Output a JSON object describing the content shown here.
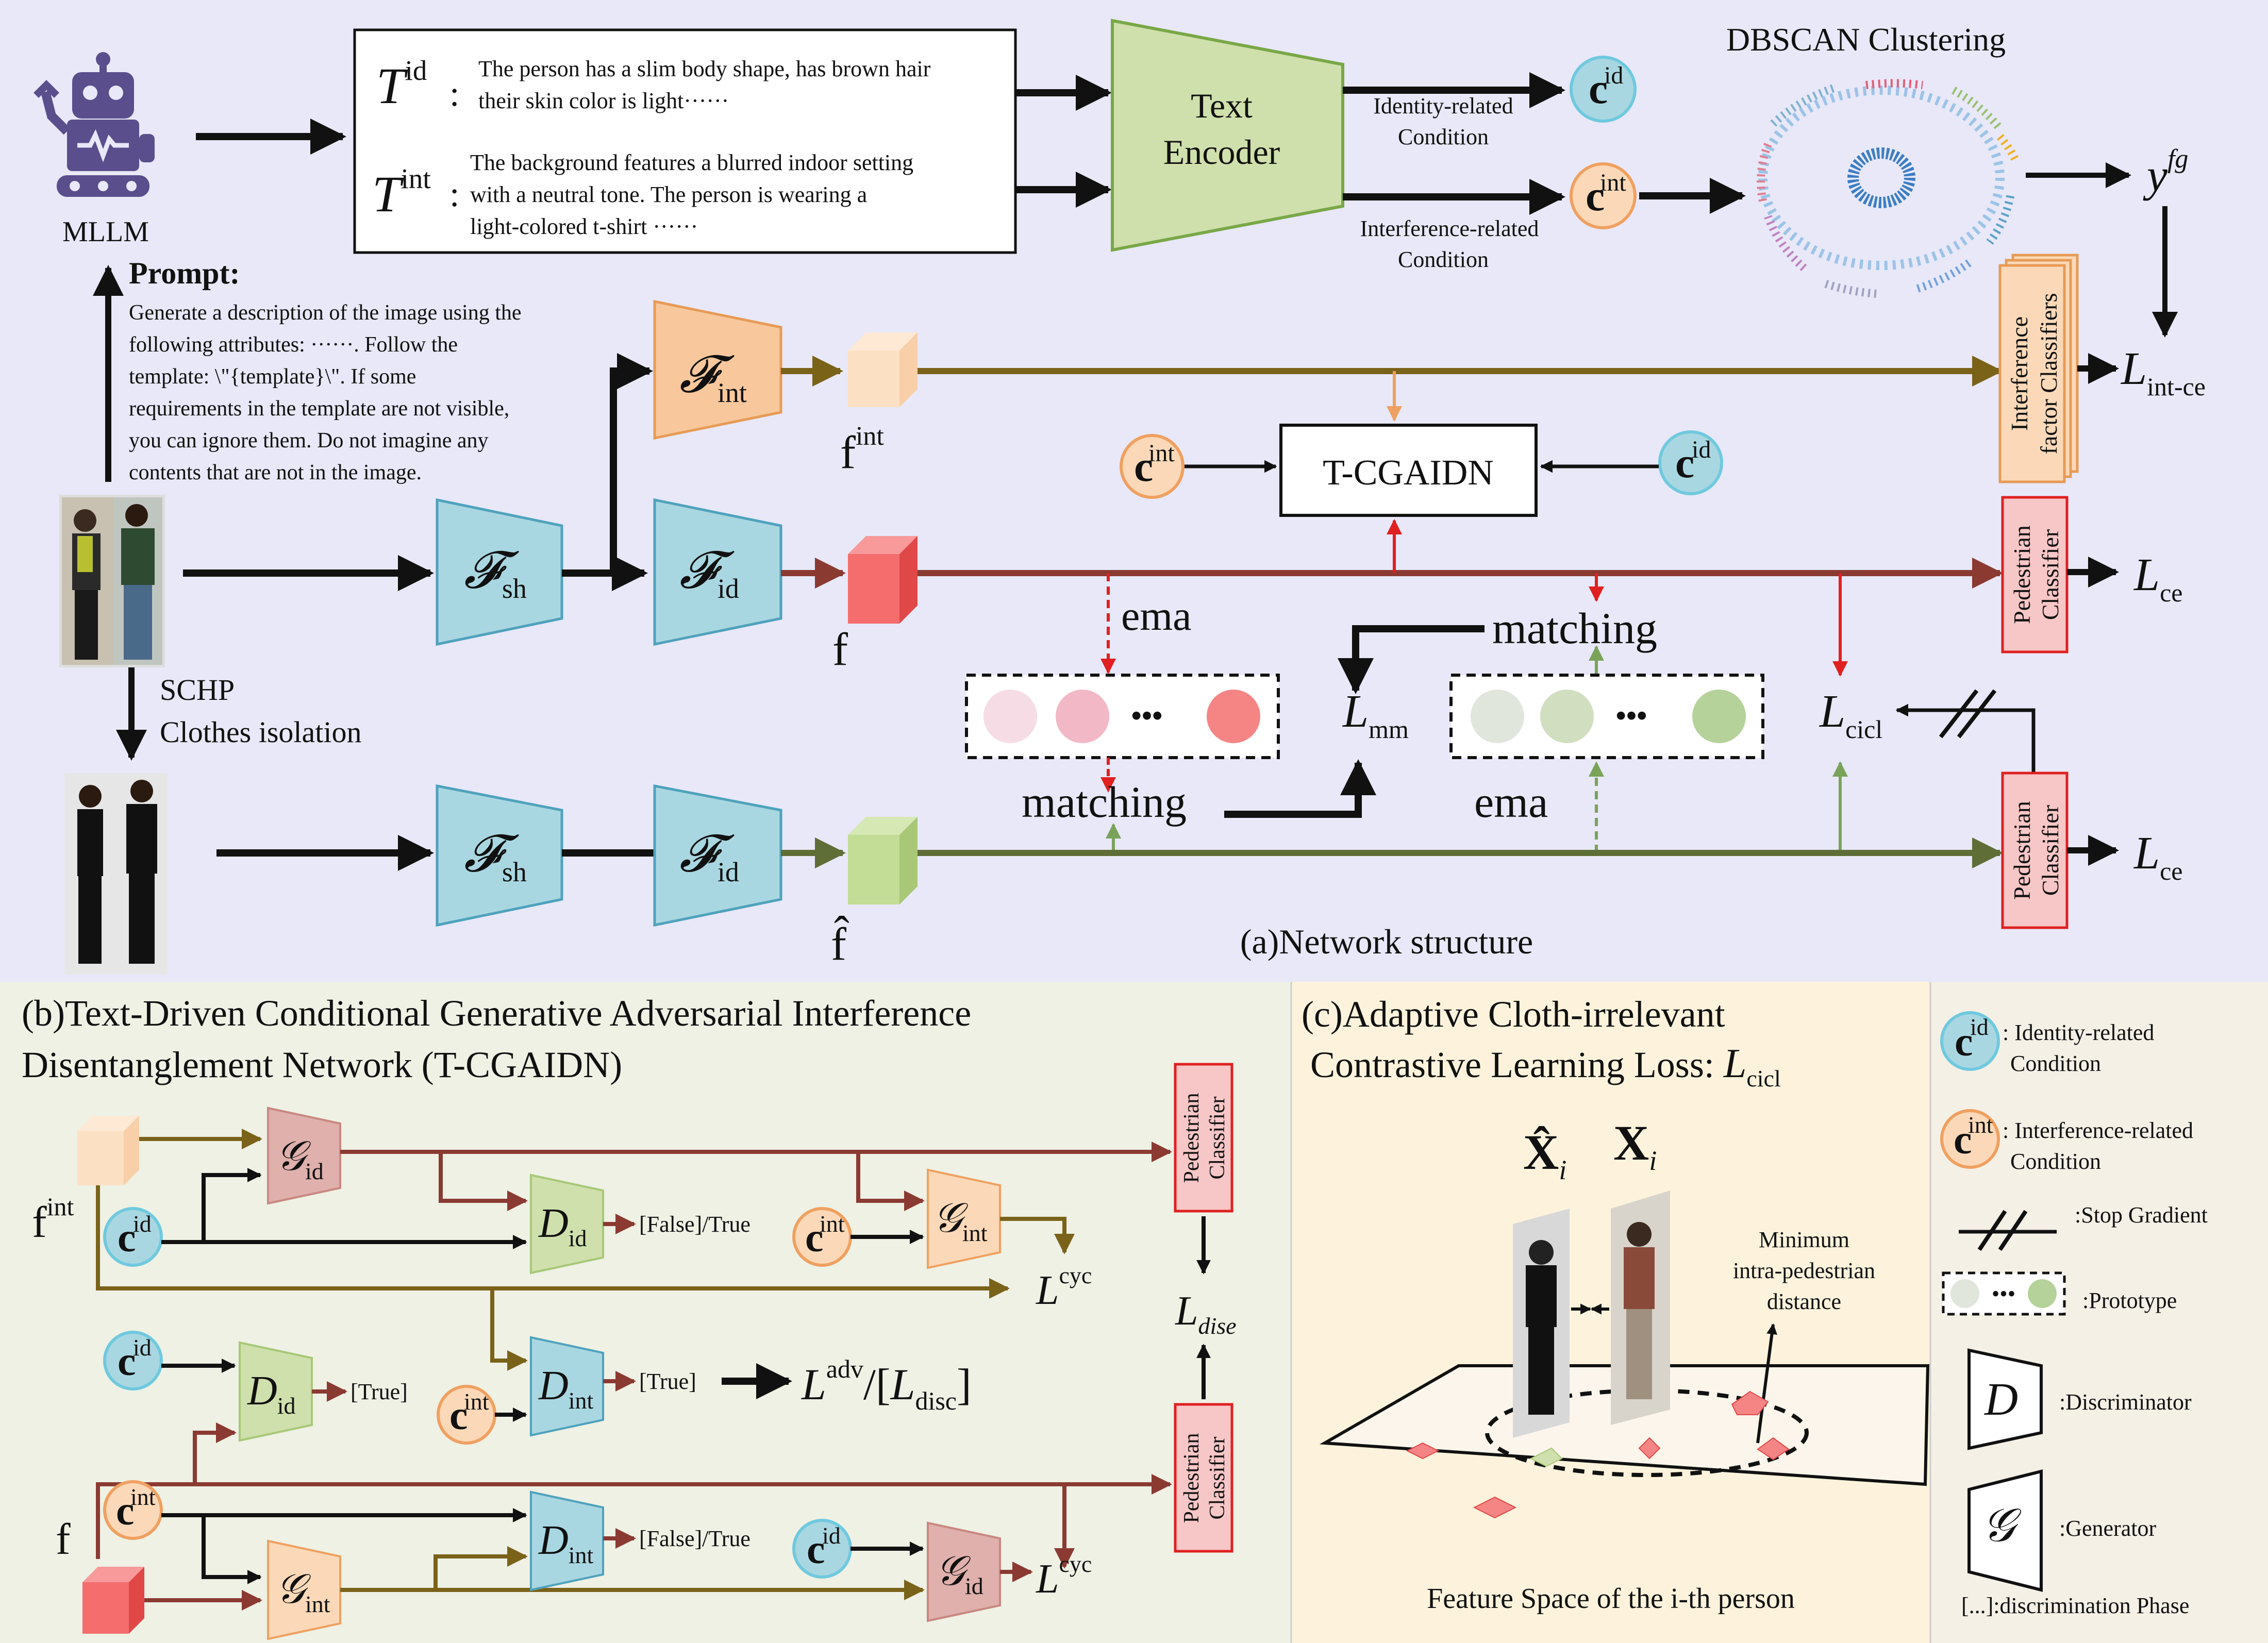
{
  "mllm": {
    "label": "MLLM"
  },
  "prompt": {
    "title": "Prompt:",
    "lines": [
      "Generate a description of the image using the",
      "following attributes: ······. Follow the",
      "template: \\\"{template}\\\". If some",
      "requirements in the template are not visible,",
      "you can ignore them. Do not imagine any",
      "contents that are not in the image."
    ]
  },
  "text_box": {
    "tid_sym": "T",
    "tid_sup": "id",
    "tid_lines": [
      "The person has a slim body shape, has brown hair",
      "their skin color is light······"
    ],
    "tint_sym": "T",
    "tint_sup": "int",
    "tint_lines": [
      "The background features a blurred indoor setting",
      "with a neutral tone. The person is wearing a",
      "light-colored t-shirt  ······"
    ],
    "colon": ":"
  },
  "text_encoder": {
    "line1": "Text",
    "line2": "Encoder"
  },
  "conditions": {
    "identity": [
      "Identity-related",
      "Condition"
    ],
    "interference": [
      "Interference-related",
      "Condition"
    ]
  },
  "symbols": {
    "c": "c",
    "id": "id",
    "int": "int",
    "F": "𝓕",
    "G": "𝒢",
    "D": "D",
    "sh": "sh",
    "f": "f",
    "f_hat": "f̂",
    "fint_base": "f",
    "fint_sup": "int"
  },
  "dbscan": {
    "title": "DBSCAN Clustering",
    "yfg_base": "y",
    "yfg_sup": "fg"
  },
  "losses": {
    "L": "L",
    "int_ce": "int-ce",
    "ce": "ce",
    "mm": "mm",
    "cicl": "cicl",
    "cyc": "cyc",
    "dise": "dise",
    "adv": "adv",
    "disc": "disc"
  },
  "classifiers": {
    "interference": [
      "Interference",
      "factor Classifiers"
    ],
    "pedestrian": [
      "Pedestrian",
      "Classifier"
    ]
  },
  "tcgaidn": {
    "label": "T-CGAIDN"
  },
  "labels": {
    "ema": "ema",
    "matching": "matching",
    "schp": "SCHP",
    "clothes_isolation": "Clothes isolation",
    "dots": "•••",
    "false_true": "[False]/True",
    "true": "[True]"
  },
  "panel_a": {
    "caption": "(a)Network structure"
  },
  "panel_b": {
    "title1": "(b)Text-Driven Conditional Generative Adversarial Interference",
    "title2": "Disentanglement Network  (T-CGAIDN)"
  },
  "panel_c": {
    "title1": "(c)Adaptive Cloth-irrelevant",
    "title2": "Contrastive Learning Loss: ",
    "x_hat": "X̂",
    "x": "X",
    "sub_i": "i",
    "min_dist": [
      "Minimum",
      "intra-pedestrian",
      "distance"
    ],
    "caption": "Feature Space of the i-th person"
  },
  "legend": {
    "identity": [
      ": Identity-related",
      "Condition"
    ],
    "interference": [
      ": Interference-related",
      "Condition"
    ],
    "stop_gradient": ":Stop Gradient",
    "prototype": ":Prototype",
    "discriminator": ":Discriminator",
    "generator": ":Generator",
    "disc_phase": "[...]:discrimination Phase"
  },
  "colors": {
    "bg_a": "#e8e8f8",
    "bg_b": "#eef1e4",
    "bg_c": "#fdf3dc",
    "bg_legend": "#f4f0e6",
    "blue": "#a9d7e1",
    "blue_stroke": "#4fa2bd",
    "orange": "#f8c79c",
    "orange_stroke": "#e79b56",
    "green_enc": "#cfe0ac",
    "green_stroke": "#79a847",
    "pink_gen": "#dfb0ac",
    "red": "#f58585",
    "brown": "#8b3a32",
    "olive": "#7a6219",
    "darkgreen": "#5f6e37",
    "cond_blue": "#6fc9df"
  }
}
